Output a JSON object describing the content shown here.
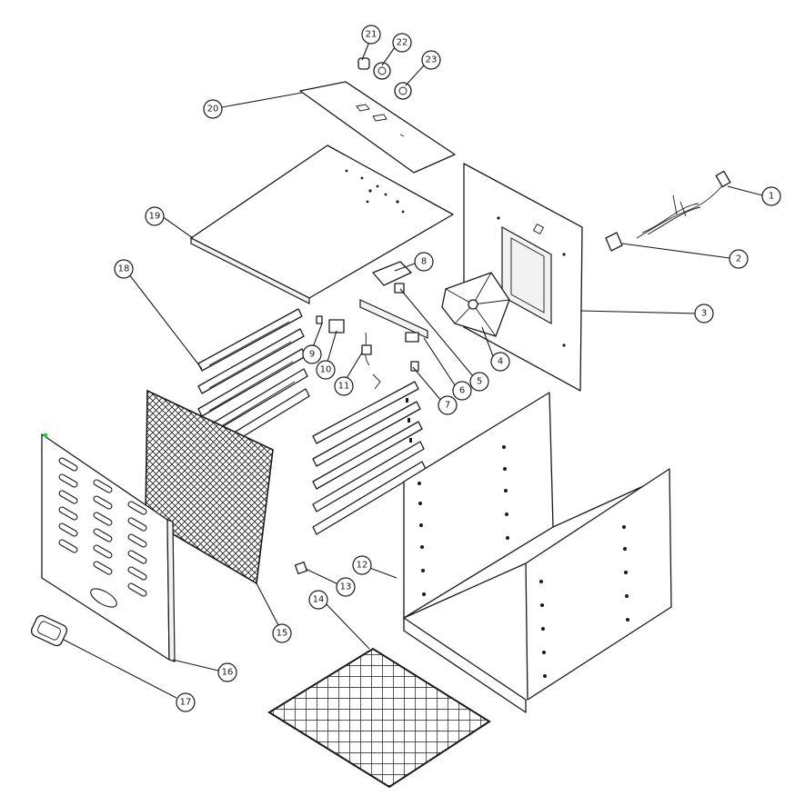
{
  "callouts": [
    {
      "id": "c1",
      "label": "1"
    },
    {
      "id": "c2",
      "label": "2"
    },
    {
      "id": "c3",
      "label": "3"
    },
    {
      "id": "c4",
      "label": "4"
    },
    {
      "id": "c5",
      "label": "5"
    },
    {
      "id": "c6",
      "label": "6"
    },
    {
      "id": "c7",
      "label": "7"
    },
    {
      "id": "c8",
      "label": "8"
    },
    {
      "id": "c9",
      "label": "9"
    },
    {
      "id": "c10",
      "label": "10"
    },
    {
      "id": "c11",
      "label": "11"
    },
    {
      "id": "c12",
      "label": "12"
    },
    {
      "id": "c13",
      "label": "13"
    },
    {
      "id": "c14",
      "label": "14"
    },
    {
      "id": "c15",
      "label": "15"
    },
    {
      "id": "c16",
      "label": "16"
    },
    {
      "id": "c17",
      "label": "17"
    },
    {
      "id": "c18",
      "label": "18"
    },
    {
      "id": "c19",
      "label": "19"
    },
    {
      "id": "c20",
      "label": "20"
    },
    {
      "id": "c21",
      "label": "21"
    },
    {
      "id": "c22",
      "label": "22"
    },
    {
      "id": "c23",
      "label": "23"
    }
  ],
  "colors": {
    "line": "#1a1a1a",
    "background": "#ffffff",
    "marker": "#2ecc40"
  }
}
